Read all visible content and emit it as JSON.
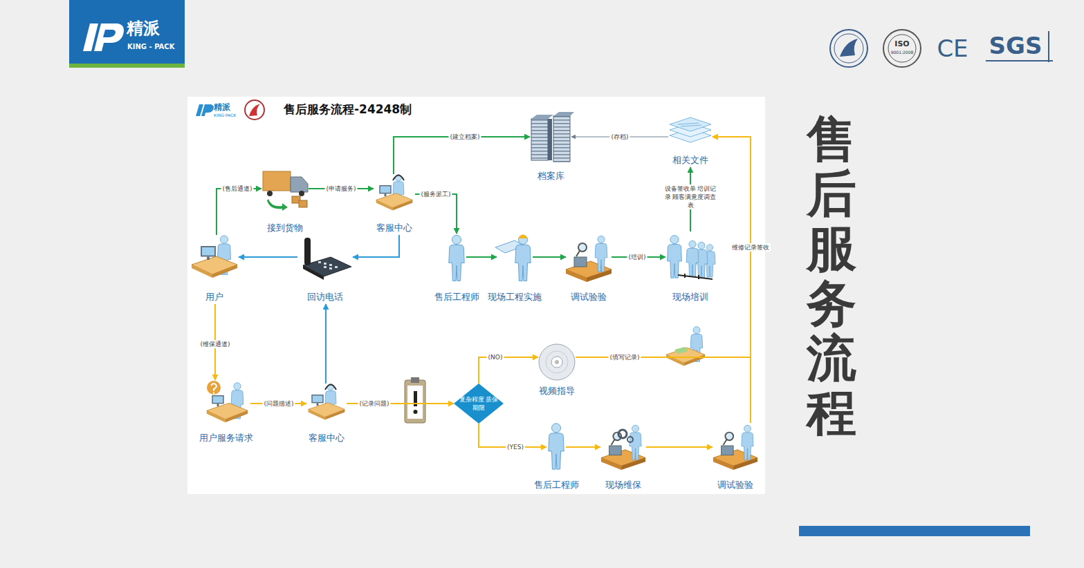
{
  "diagram": {
    "title": "售后服务流程-24248制",
    "nodes": [
      {
        "text": [
          "用户"
        ]
      },
      {
        "text": [
          "接到货物"
        ]
      },
      {
        "text": [
          "客服中心"
        ]
      },
      {
        "text": [
          "回访电话"
        ]
      },
      {
        "text": [
          "档案库"
        ]
      },
      {
        "text": [
          "相关文件"
        ]
      },
      {
        "text": [
          "售后工程师"
        ]
      },
      {
        "text": [
          "现场工程实施"
        ]
      },
      {
        "text": [
          "调试验验"
        ]
      },
      {
        "text": [
          "现场培训"
        ]
      },
      {
        "text": [
          "用户服务请求"
        ]
      },
      {
        "text": [
          "客服中心"
        ]
      },
      {
        "text": [
          "复杂程度 质保期限"
        ]
      },
      {
        "text": [
          "视频指导"
        ]
      },
      {
        "text": [
          "售后工程师"
        ]
      },
      {
        "text": [
          "现场维保"
        ]
      },
      {
        "text": [
          "调试验验"
        ]
      }
    ],
    "edges": [
      {
        "from": 0,
        "to": 1,
        "arrow": "to",
        "label": "(售后通道)"
      },
      {
        "from": 1,
        "to": 2,
        "arrow": "to",
        "label": "(申请服务)"
      },
      {
        "from": 2,
        "to": 4,
        "arrow": "to",
        "label": "(建立档案)"
      },
      {
        "from": 2,
        "to": 6,
        "arrow": "to",
        "label": "(服务派工)"
      },
      {
        "from": 2,
        "to": 3,
        "arrow": "to"
      },
      {
        "from": 3,
        "to": 0,
        "arrow": "to"
      },
      {
        "from": 5,
        "to": 4,
        "arrow": "to",
        "label": "(存档)"
      },
      {
        "from": 6,
        "to": 7,
        "arrow": "to"
      },
      {
        "from": 7,
        "to": 8,
        "arrow": "to"
      },
      {
        "from": 8,
        "to": 9,
        "arrow": "to",
        "label": "(培训)"
      },
      {
        "from": 9,
        "to": 5,
        "arrow": "to",
        "label": "设备签收单 培训记录 顾客满意度调查表"
      },
      {
        "from": 0,
        "to": 10,
        "arrow": "to",
        "label": "(维保通道)"
      },
      {
        "from": 10,
        "to": 11,
        "arrow": "to",
        "label": "(问题描述)"
      },
      {
        "from": 11,
        "to": 3,
        "arrow": "to"
      },
      {
        "from": 11,
        "to": 12,
        "arrow": "to",
        "label": "(记录问题)"
      },
      {
        "from": 12,
        "to": 13,
        "arrow": "to",
        "label": "(NO)"
      },
      {
        "from": 12,
        "to": 14,
        "arrow": "to",
        "label": "(YES)"
      },
      {
        "from": 13,
        "to": 5,
        "arrow": "to",
        "label": "(填写记录)"
      },
      {
        "from": 14,
        "to": 15,
        "arrow": "to"
      },
      {
        "from": 15,
        "to": 16,
        "arrow": "to"
      },
      {
        "from": 16,
        "to": 5,
        "arrow": "to",
        "label": "维修记录签收"
      }
    ],
    "labels": [
      "精派",
      "KING - PACK",
      "ISO",
      "9001:2008",
      "CE",
      "SGS",
      "精派",
      "KING·PACK",
      "售后服务流程"
    ]
  }
}
